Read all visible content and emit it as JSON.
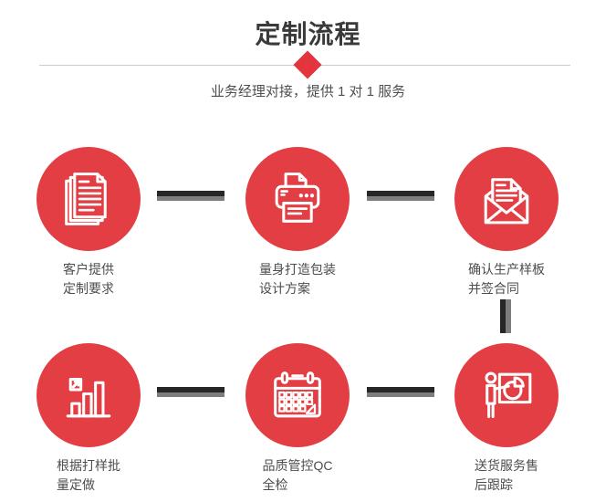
{
  "page": {
    "title": "定制流程",
    "subtitle": "业务经理对接，提供 1 对 1 服务"
  },
  "steps": [
    {
      "icon": "documents-icon",
      "line1": "客户提供",
      "line2": "定制要求"
    },
    {
      "icon": "printer-icon",
      "line1": "量身打造包装",
      "line2": "设计方案"
    },
    {
      "icon": "envelope-icon",
      "line1": "确认生产样板",
      "line2": "并签合同"
    },
    {
      "icon": "bar-chart-icon",
      "line1": "根据打样批",
      "line2": "量定做"
    },
    {
      "icon": "calendar-icon",
      "line1": "品质管控QC",
      "line2": "全检"
    },
    {
      "icon": "presentation-icon",
      "line1": "送货服务售",
      "line2": "后跟踪"
    }
  ],
  "colors": {
    "circle_red": "#e23e43",
    "diamond_red": "#e2353d",
    "divider_gray": "#cccccc",
    "connector_dark": "#262626",
    "connector_gray": "#7d7d7d",
    "title_text": "#3a3a3a",
    "body_text": "#4d4d4d"
  }
}
